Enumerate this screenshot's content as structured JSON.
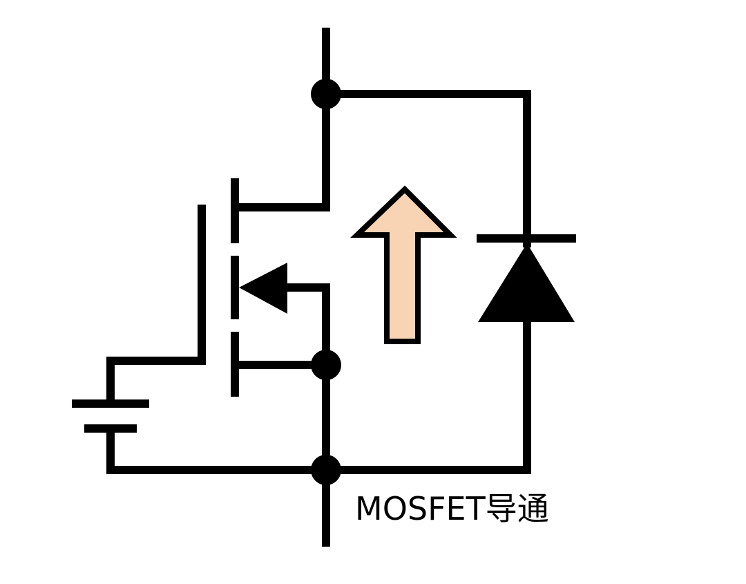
{
  "caption": "MOSFET导通",
  "colors": {
    "line": "#000000",
    "arrow_fill": "#F9D4B4",
    "background": "#FFFFFF"
  },
  "components": {
    "transistor": "n-channel-mosfet-symbol",
    "diode": "body-diode-symbol",
    "source": "battery-symbol",
    "current_direction": "up-arrow"
  }
}
